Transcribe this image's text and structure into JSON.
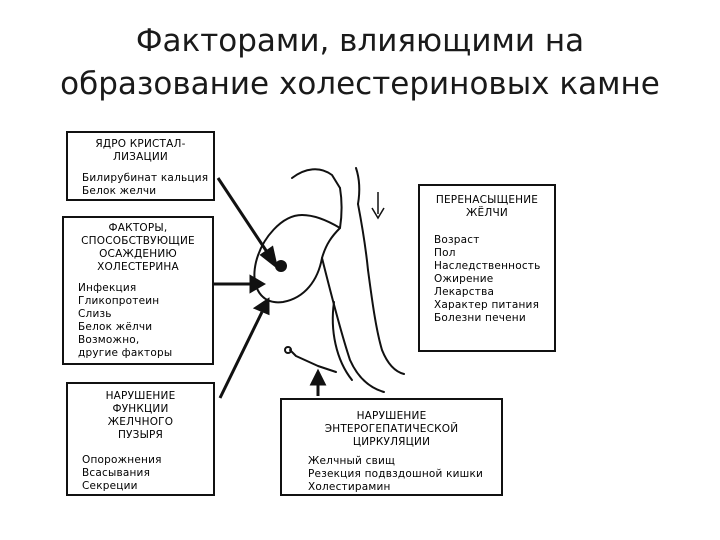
{
  "title": {
    "line1": "Факторами, влияющими на",
    "line2": "образование холестериновых камне"
  },
  "boxes": {
    "nucleus": {
      "heading": [
        "ЯДРО КРИСТАЛ-",
        "ЛИЗАЦИИ"
      ],
      "items": [
        "Билирубинат кальция",
        "Белок желчи"
      ]
    },
    "precipitation": {
      "heading": [
        "ФАКТОРЫ,",
        "СПОСОБСТВУЮЩИЕ",
        "ОСАЖДЕНИЮ",
        "ХОЛЕСТЕРИНА"
      ],
      "items": [
        "Инфекция",
        "Гликопротеин",
        "Слизь",
        "Белок жёлчи",
        "Возможно,",
        "другие факторы"
      ]
    },
    "supersaturation": {
      "heading": [
        "ПЕРЕНАСЫЩЕНИЕ",
        "ЖЁЛЧИ"
      ],
      "items": [
        "Возраст",
        "Пол",
        "Наследственность",
        "Ожирение",
        "Лекарства",
        "Характер питания",
        "Болезни печени"
      ]
    },
    "gallbladder": {
      "heading": [
        "НАРУШЕНИЕ",
        "ФУНКЦИИ",
        "ЖЕЛЧНОГО",
        "ПУЗЫРЯ"
      ],
      "items": [
        "Опорожнения",
        "Всасывания",
        "Секреции"
      ]
    },
    "enterohepatic": {
      "heading": [
        "НАРУШЕНИЕ",
        "ЭНТЕРОГЕПАТИЧЕСКОЙ",
        "ЦИРКУЛЯЦИИ"
      ],
      "items": [
        "Желчный свищ",
        "Резекция подвздошной кишки",
        "Холестирамин"
      ]
    }
  }
}
